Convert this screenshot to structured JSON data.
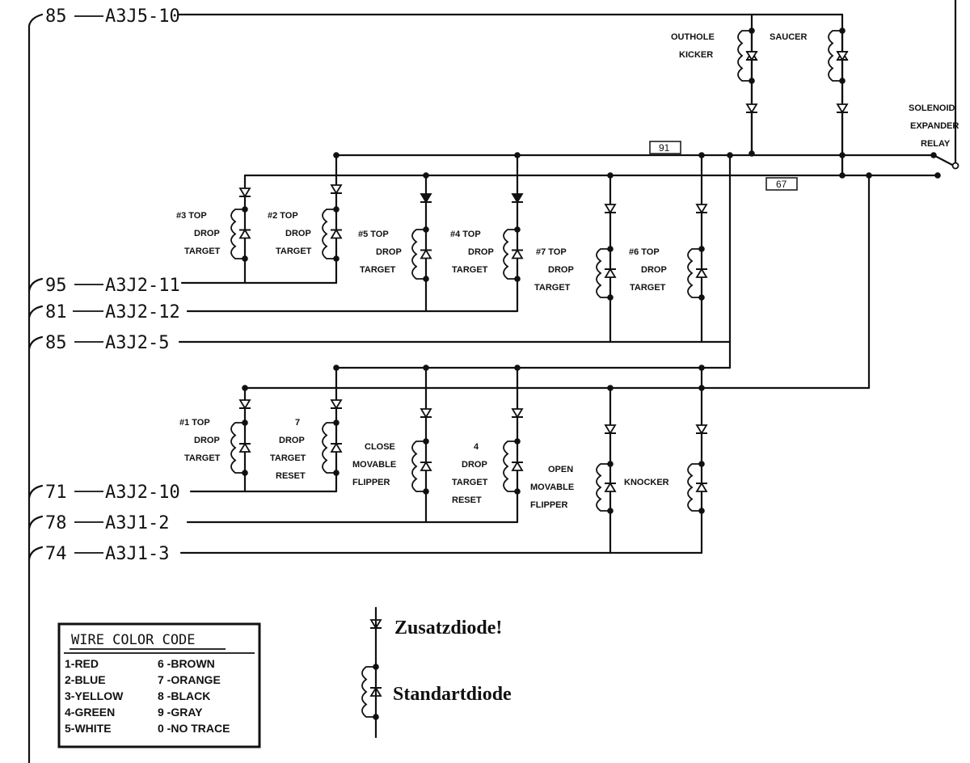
{
  "wires": {
    "top": {
      "num": "85",
      "conn": "A3J5-10"
    },
    "row1": {
      "num": "95",
      "conn": "A3J2-11"
    },
    "row2": {
      "num": "81",
      "conn": "A3J2-12"
    },
    "row3": {
      "num": "85",
      "conn": "A3J2-5"
    },
    "row4": {
      "num": "71",
      "conn": "A3J2-10"
    },
    "row5": {
      "num": "78",
      "conn": "A3J1-2"
    },
    "row6": {
      "num": "74",
      "conn": "A3J1-3"
    }
  },
  "bus_labels": {
    "b91": "91",
    "b67": "67"
  },
  "relay": [
    "SOLENOID",
    "EXPANDER",
    "RELAY"
  ],
  "coils_top": {
    "outhole": [
      "OUTHOLE",
      "KICKER"
    ],
    "saucer": [
      "SAUCER"
    ]
  },
  "coils_row1": {
    "t3": [
      "#3 TOP",
      "DROP",
      "TARGET"
    ],
    "t2": [
      "#2 TOP",
      "DROP",
      "TARGET"
    ],
    "t5": [
      "#5 TOP",
      "DROP",
      "TARGET"
    ],
    "t4": [
      "#4 TOP",
      "DROP",
      "TARGET"
    ],
    "t7": [
      "#7 TOP",
      "DROP",
      "TARGET"
    ],
    "t6": [
      "#6 TOP",
      "DROP",
      "TARGET"
    ]
  },
  "coils_row2": {
    "t1": [
      "#1 TOP",
      "DROP",
      "TARGET"
    ],
    "r7": [
      "7",
      "DROP",
      "TARGET",
      "RESET"
    ],
    "close": [
      "CLOSE",
      "MOVABLE",
      "FLIPPER"
    ],
    "r4": [
      "4",
      "DROP",
      "TARGET",
      "RESET"
    ],
    "open": [
      "OPEN",
      "MOVABLE",
      "FLIPPER"
    ],
    "knocker": [
      "KNOCKER"
    ]
  },
  "legend": {
    "title": "WIRE COLOR CODE",
    "left": [
      "1-RED",
      "2-BLUE",
      "3-YELLOW",
      "4-GREEN",
      "5-WHITE"
    ],
    "right": [
      "6 -BROWN",
      "7 -ORANGE",
      "8 -BLACK",
      "9 -GRAY",
      "0 -NO TRACE"
    ]
  },
  "notes": {
    "extra": "Zusatzdiode!",
    "standard": "Standartdiode"
  }
}
